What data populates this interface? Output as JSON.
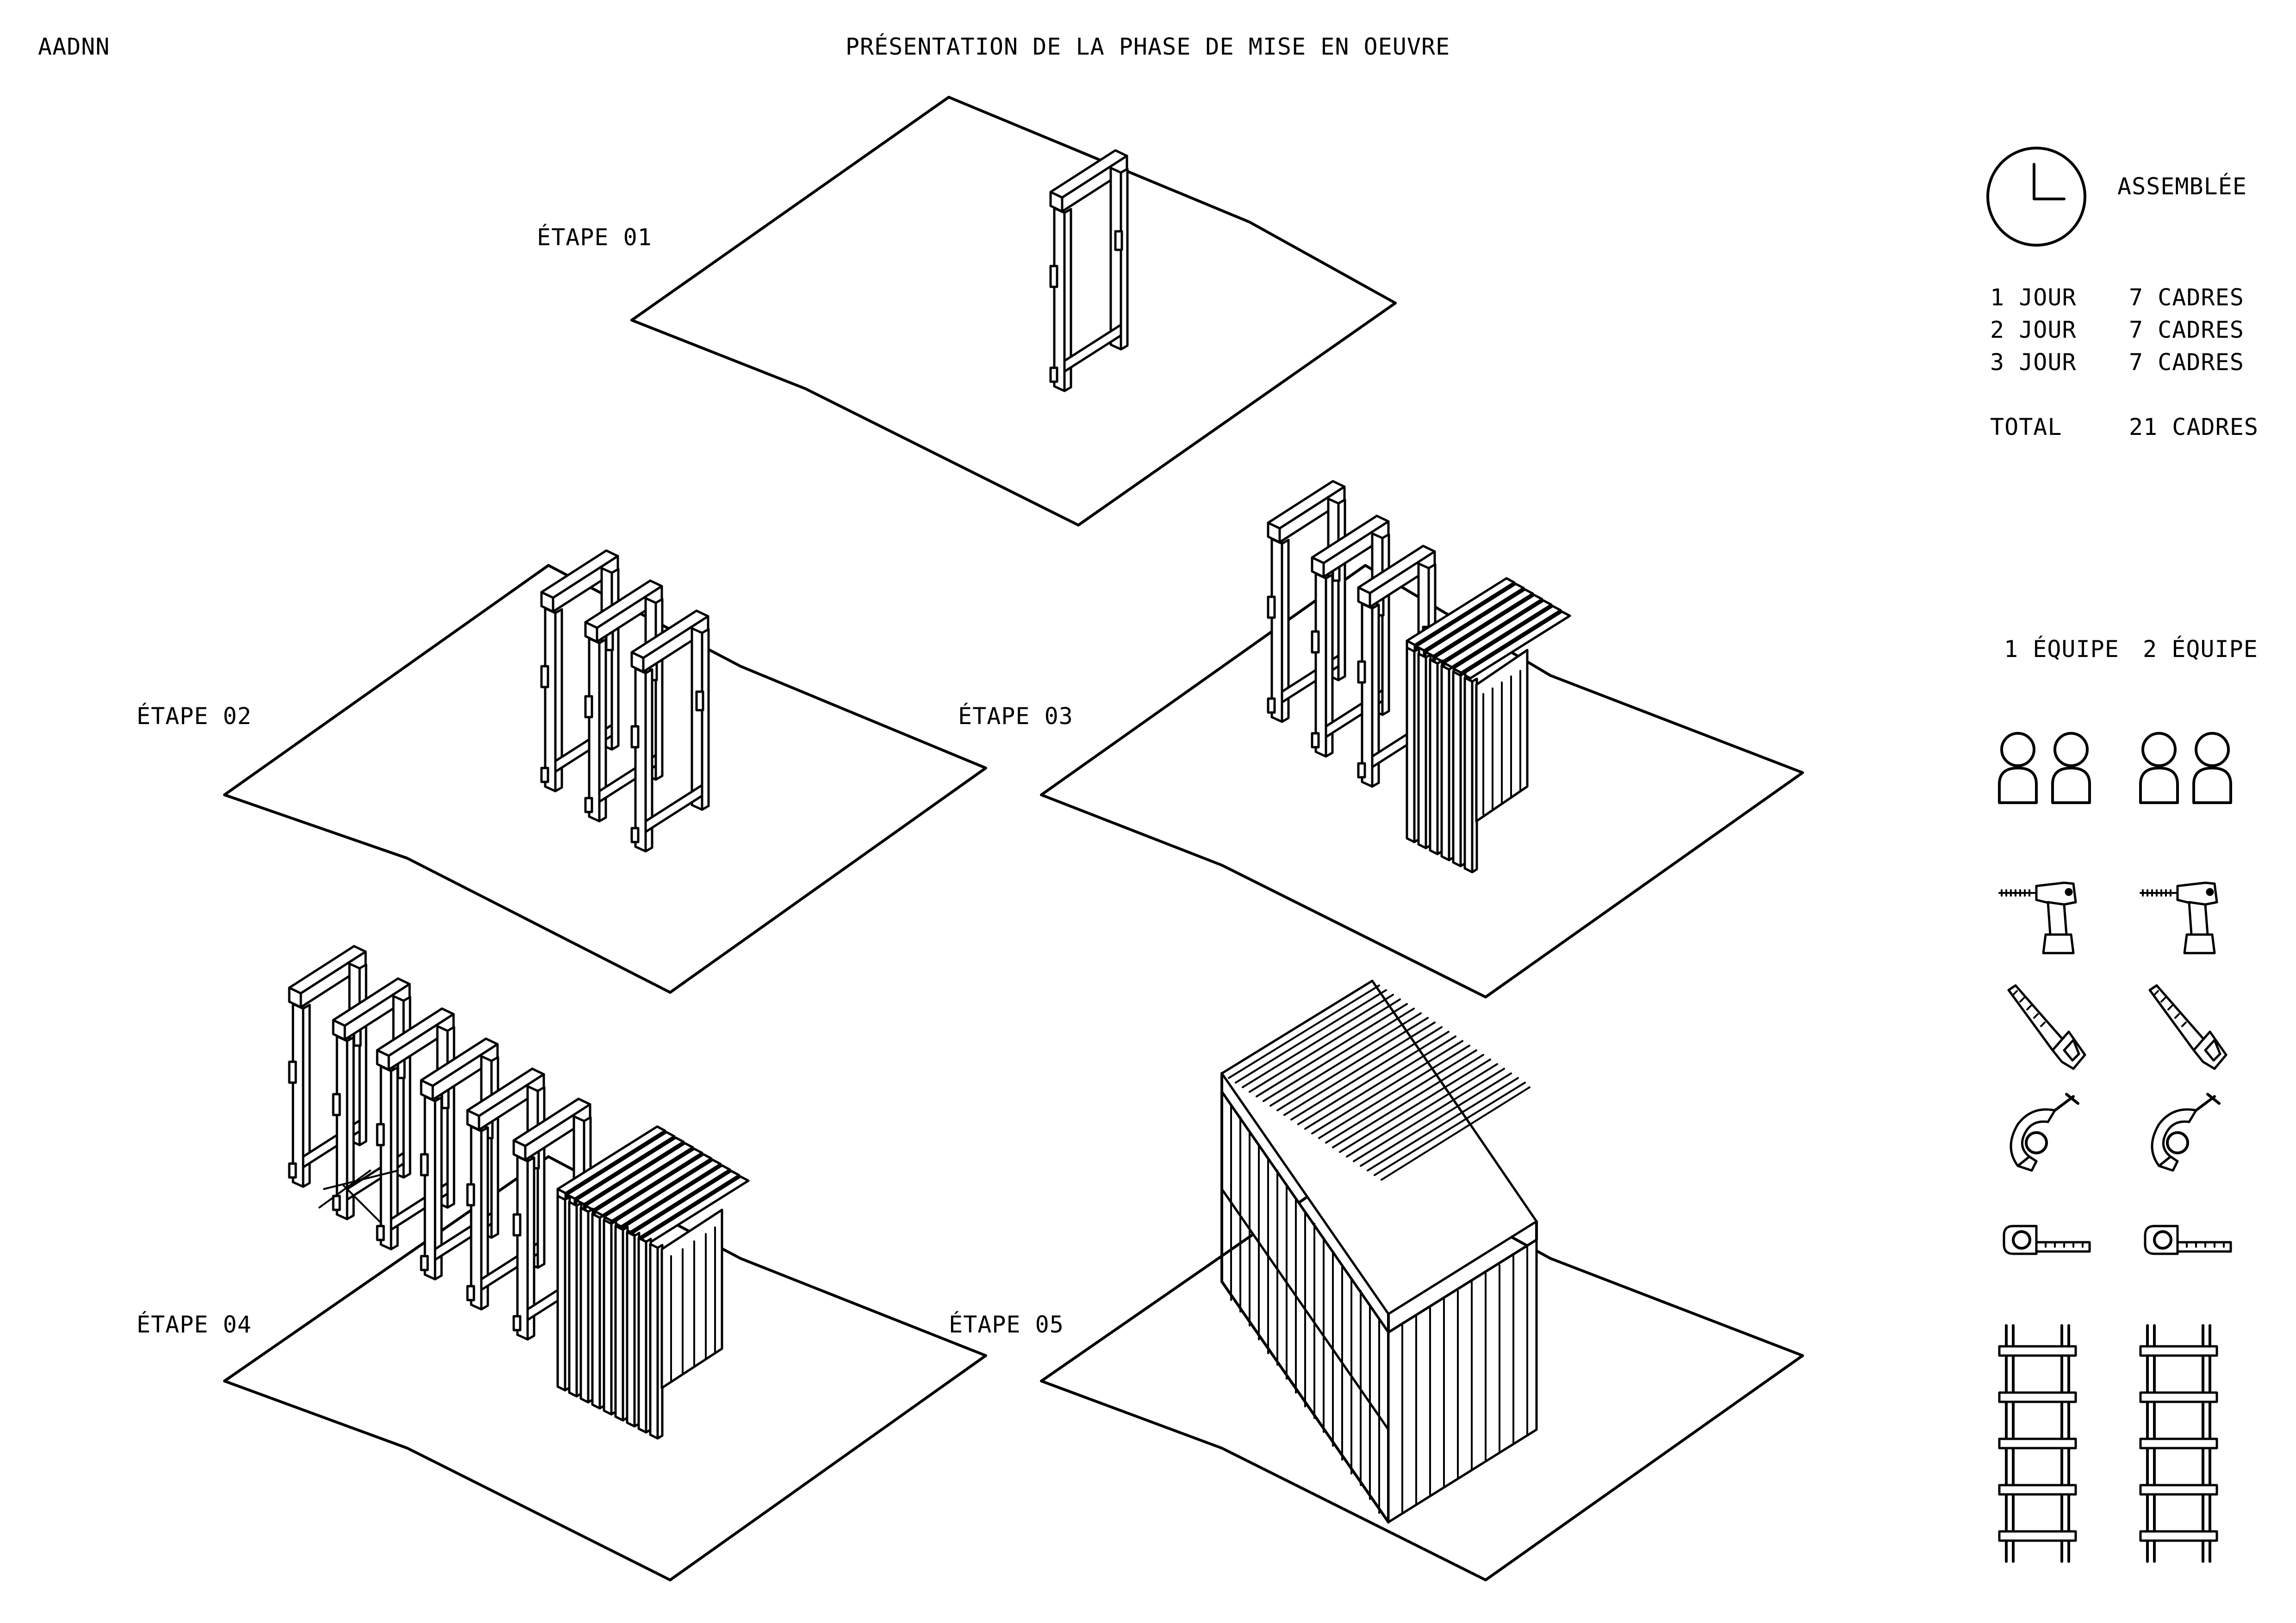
{
  "header": {
    "studio": "AADNN",
    "title": "PRÉSENTATION DE LA PHASE DE MISE EN OEUVRE"
  },
  "steps": [
    {
      "label": "ÉTAPE 01"
    },
    {
      "label": "ÉTAPE 02"
    },
    {
      "label": "ÉTAPE 03"
    },
    {
      "label": "ÉTAPE 04"
    },
    {
      "label": "ÉTAPE 05"
    }
  ],
  "legend": {
    "clock_icon": "clock-icon",
    "assembly_label": "ASSEMBLÉE",
    "schedule": [
      {
        "day": "1 JOUR",
        "frames": "7 CADRES"
      },
      {
        "day": "2 JOUR",
        "frames": "7 CADRES"
      },
      {
        "day": "3 JOUR",
        "frames": "7 CADRES"
      }
    ],
    "total": {
      "label": "TOTAL",
      "frames": "21 CADRES"
    },
    "teams": [
      {
        "label": "1 ÉQUIPE"
      },
      {
        "label": "2 ÉQUIPE"
      }
    ],
    "tools": [
      "people-icon",
      "drill-icon",
      "saw-icon",
      "clamp-icon",
      "tape-measure-icon",
      "ladder-icon"
    ]
  }
}
